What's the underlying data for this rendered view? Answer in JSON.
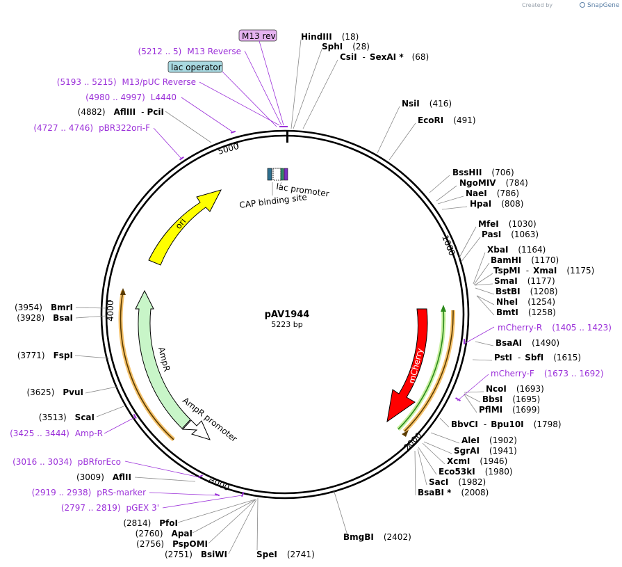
{
  "plasmid": {
    "name": "pAV1944",
    "length_label": "5223 bp",
    "length": 5223
  },
  "credit": {
    "prefix": "Created by",
    "brand": "SnapGene"
  },
  "colors": {
    "primer": "#9b30d9",
    "ori": "#ffff00",
    "ampr": "#c8f5c8",
    "mcherry": "#ff0000",
    "marker": "#f5c26b",
    "lac_operator": "#a8d8e0",
    "m13_rev": "#e6b3f0"
  },
  "ticks": [
    {
      "label": "1000"
    },
    {
      "label": "2000"
    },
    {
      "label": "3000"
    },
    {
      "label": "4000"
    },
    {
      "label": "5000"
    }
  ],
  "features": {
    "ori": "ori",
    "ampr": "AmpR",
    "ampr_promoter": "AmpR promoter",
    "mcherry": "mCherry",
    "lac_promoter": "lac promoter",
    "cap_site": "CAP binding site"
  },
  "sites": [
    {
      "name": "HindIII",
      "pos": "(18)"
    },
    {
      "name": "SphI",
      "pos": "(28)"
    },
    {
      "name": "CsiI",
      "name2": "SexAI *",
      "pos": "(68)"
    },
    {
      "name": "NsiI",
      "pos": "(416)"
    },
    {
      "name": "EcoRI",
      "pos": "(491)"
    },
    {
      "name": "BssHII",
      "pos": "(706)"
    },
    {
      "name": "NgoMIV",
      "pos": "(784)"
    },
    {
      "name": "NaeI",
      "pos": "(786)"
    },
    {
      "name": "HpaI",
      "pos": "(808)"
    },
    {
      "name": "MfeI",
      "pos": "(1030)"
    },
    {
      "name": "PasI",
      "pos": "(1063)"
    },
    {
      "name": "XbaI",
      "pos": "(1164)"
    },
    {
      "name": "BamHI",
      "pos": "(1170)"
    },
    {
      "name": "TspMI",
      "name2": "XmaI",
      "pos": "(1175)"
    },
    {
      "name": "SmaI",
      "pos": "(1177)"
    },
    {
      "name": "BstBI",
      "pos": "(1208)"
    },
    {
      "name": "NheI",
      "pos": "(1254)"
    },
    {
      "name": "BmtI",
      "pos": "(1258)"
    },
    {
      "name": "BsaAI",
      "pos": "(1490)"
    },
    {
      "name": "PstI",
      "name2": "SbfI",
      "pos": "(1615)"
    },
    {
      "name": "NcoI",
      "pos": "(1693)"
    },
    {
      "name": "BbsI",
      "pos": "(1695)"
    },
    {
      "name": "PflMI",
      "pos": "(1699)"
    },
    {
      "name": "BbvCI",
      "name2": "Bpu10I",
      "pos": "(1798)"
    },
    {
      "name": "AleI",
      "pos": "(1902)"
    },
    {
      "name": "SgrAI",
      "pos": "(1941)"
    },
    {
      "name": "XcmI",
      "pos": "(1946)"
    },
    {
      "name": "Eco53kI",
      "pos": "(1980)"
    },
    {
      "name": "SacI",
      "pos": "(1982)"
    },
    {
      "name": "BsaBI *",
      "pos": "(2008)"
    },
    {
      "name": "BmgBI",
      "pos": "(2402)"
    },
    {
      "name": "SpeI",
      "pos": "(2741)"
    },
    {
      "name": "BsiWI",
      "pos": "(2751)"
    },
    {
      "name": "PspOMI",
      "pos": "(2756)"
    },
    {
      "name": "ApaI",
      "pos": "(2760)"
    },
    {
      "name": "PfoI",
      "pos": "(2814)"
    },
    {
      "name": "AflII",
      "pos": "(3009)"
    },
    {
      "name": "ScaI",
      "pos": "(3513)"
    },
    {
      "name": "PvuI",
      "pos": "(3625)"
    },
    {
      "name": "FspI",
      "pos": "(3771)"
    },
    {
      "name": "BsaI",
      "pos": "(3928)"
    },
    {
      "name": "BmrI",
      "pos": "(3954)"
    },
    {
      "name": "AflIII",
      "name2": "PciI",
      "pos": "(4882)"
    }
  ],
  "primers": [
    {
      "range": "(5212 .. 5)",
      "name": "M13 Reverse"
    },
    {
      "range": "(5193 .. 5215)",
      "name": "M13/pUC Reverse"
    },
    {
      "range": "(4980 .. 4997)",
      "name": "L4440"
    },
    {
      "range": "(4727 .. 4746)",
      "name": "pBR322ori-F"
    },
    {
      "name": "mCherry-R",
      "range": "(1405 .. 1423)"
    },
    {
      "name": "mCherry-F",
      "range": "(1673 .. 1692)"
    },
    {
      "range": "(3425 .. 3444)",
      "name": "Amp-R"
    },
    {
      "range": "(3016 .. 3034)",
      "name": "pBRforEco"
    },
    {
      "range": "(2919 .. 2938)",
      "name": "pRS-marker"
    },
    {
      "range": "(2797 .. 2819)",
      "name": "pGEX 3'"
    }
  ],
  "boxed": [
    {
      "label": "M13 rev"
    },
    {
      "label": "lac operator"
    }
  ]
}
